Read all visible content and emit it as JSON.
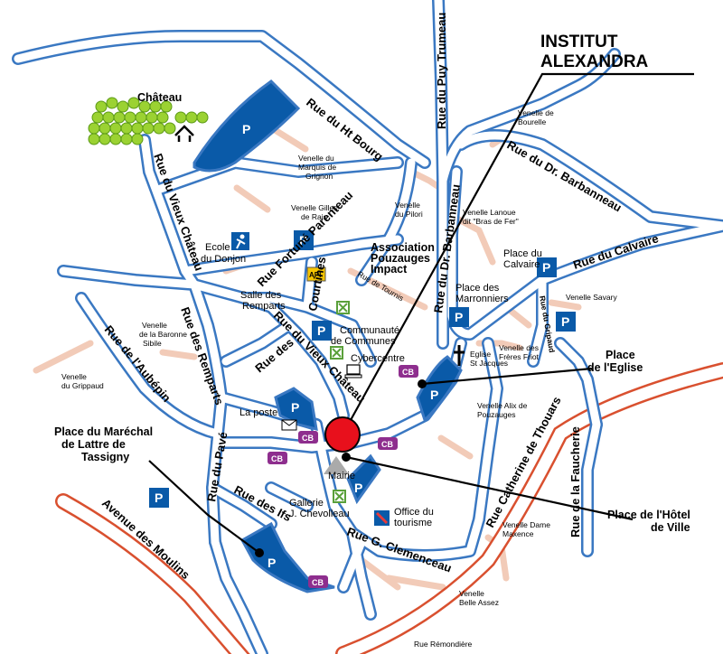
{
  "title": {
    "line1": "INSTITUT",
    "line2": "ALEXANDRA"
  },
  "streets": {
    "ht_bourg": "Rue du Ht Bourg",
    "puy_trumeau": "Rue du Puy Trumeau",
    "dr_barbanneau_diag": "Rue du Dr. Barbanneau",
    "dr_barbanneau_vert": "Rue du Dr. Barbanneau",
    "vieux_chateau_w": "Rue du Vieux Château",
    "fortune_parenteau": "Rue Fortuné Parenteau",
    "calvaire": "Rue du Calvaire",
    "remparts": "Rue des Remparts",
    "aubepin": "Rue de l'Aubépin",
    "vieux_chateau_c": "Rue du Vieux Château",
    "courtines": "Courtines",
    "rue_des": "Rue des",
    "pave": "Rue du Pavé",
    "ifs": "Rue des Ifs",
    "moulins": "Avenue des Moulins",
    "clemenceau": "Rue G. Clemenceau",
    "thouars": "Rue Catherine de Thouars",
    "faucherie": "Rue de la Faucherie",
    "grippaud": "Rue du Gripaud",
    "tournis": "Rue de Tournis",
    "remondiere": "Rue Rémondière"
  },
  "places": {
    "chateau": "Château",
    "ecole": [
      "Ecole",
      "du Donjon"
    ],
    "association": [
      "Association",
      "Pouzauges",
      "Impact"
    ],
    "salle": [
      "Salle des",
      "Remparts"
    ],
    "communaute": [
      "Communauté",
      "de Communes"
    ],
    "cybercentre": "Cybercentre",
    "laposte": "La poste",
    "mairie": "Mairie",
    "galerie": [
      "Gallerie",
      "J. Chevolleau"
    ],
    "office": [
      "Office du",
      "tourisme"
    ],
    "marronniers": [
      "Place des",
      "Marronniers"
    ],
    "calvaire": [
      "Place du",
      "Calvaire"
    ],
    "eglise_stj": [
      "Eglise",
      "St Jacques"
    ],
    "place_eglise": [
      "Place",
      "de l'Eglise"
    ],
    "place_hotel": [
      "Place de l'Hôtel",
      "de Ville"
    ],
    "place_marechal": [
      "Place du Maréchal",
      "de Lattre de",
      "Tassigny"
    ]
  },
  "venelles": {
    "bourelle": [
      "Venelle de",
      "Bourelle"
    ],
    "marquis": [
      "Venelle du",
      "Marquis de",
      "Grignon"
    ],
    "gilles": [
      "Venelle Gilles",
      "de Rais"
    ],
    "pilori": [
      "Venelle",
      "du Pilori"
    ],
    "lanoue": [
      "Venelle Lanoue",
      "dit \"Bras de Fer\""
    ],
    "savary": "Venelle Savary",
    "baronne": [
      "Venelle",
      "de la Baronne",
      "Sibile"
    ],
    "grippaud": [
      "Venelle",
      "du Grippaud"
    ],
    "freres": [
      "Venelle des",
      "Frères Friot"
    ],
    "alix": [
      "Venelle Alix de",
      "Pouzauges"
    ],
    "dame": [
      "Venelle Dame",
      "Maxence"
    ],
    "belle": [
      "Venelle",
      "Belle Assez"
    ]
  },
  "markers": {
    "parking": "P",
    "cb": "CB",
    "api": "API"
  },
  "colors": {
    "road": "#3a78c2",
    "lane": "#f0c8b4",
    "red_road": "#d9502f",
    "parking": "#0a5aa8",
    "cb": "#8e2e8e",
    "marker": "#e8101c",
    "trees": "#9bd232"
  }
}
